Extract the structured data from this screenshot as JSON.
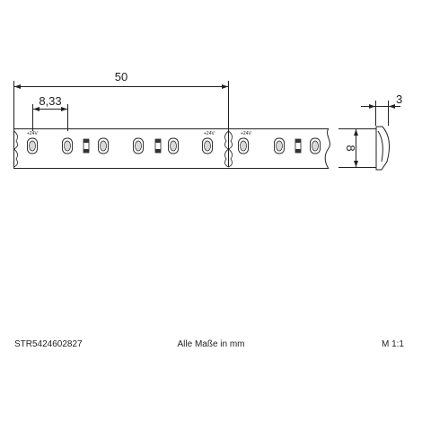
{
  "dimensions": {
    "segment_length": "50",
    "led_pitch": "8,33",
    "width": "8",
    "height": "3"
  },
  "pad_label": "+24V",
  "footer": {
    "article_code": "STR5424602827",
    "note": "Alle Maße in mm",
    "scale": "M 1:1"
  }
}
